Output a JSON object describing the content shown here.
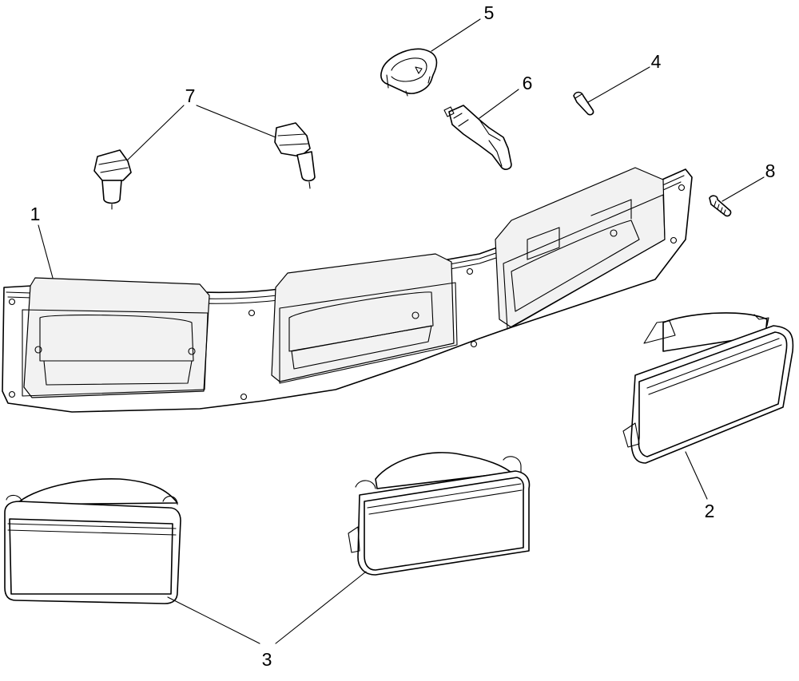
{
  "callouts": {
    "item1": "1",
    "item2": "2",
    "item3": "3",
    "item4": "4",
    "item5": "5",
    "item6": "6",
    "item7": "7",
    "item8": "8"
  }
}
